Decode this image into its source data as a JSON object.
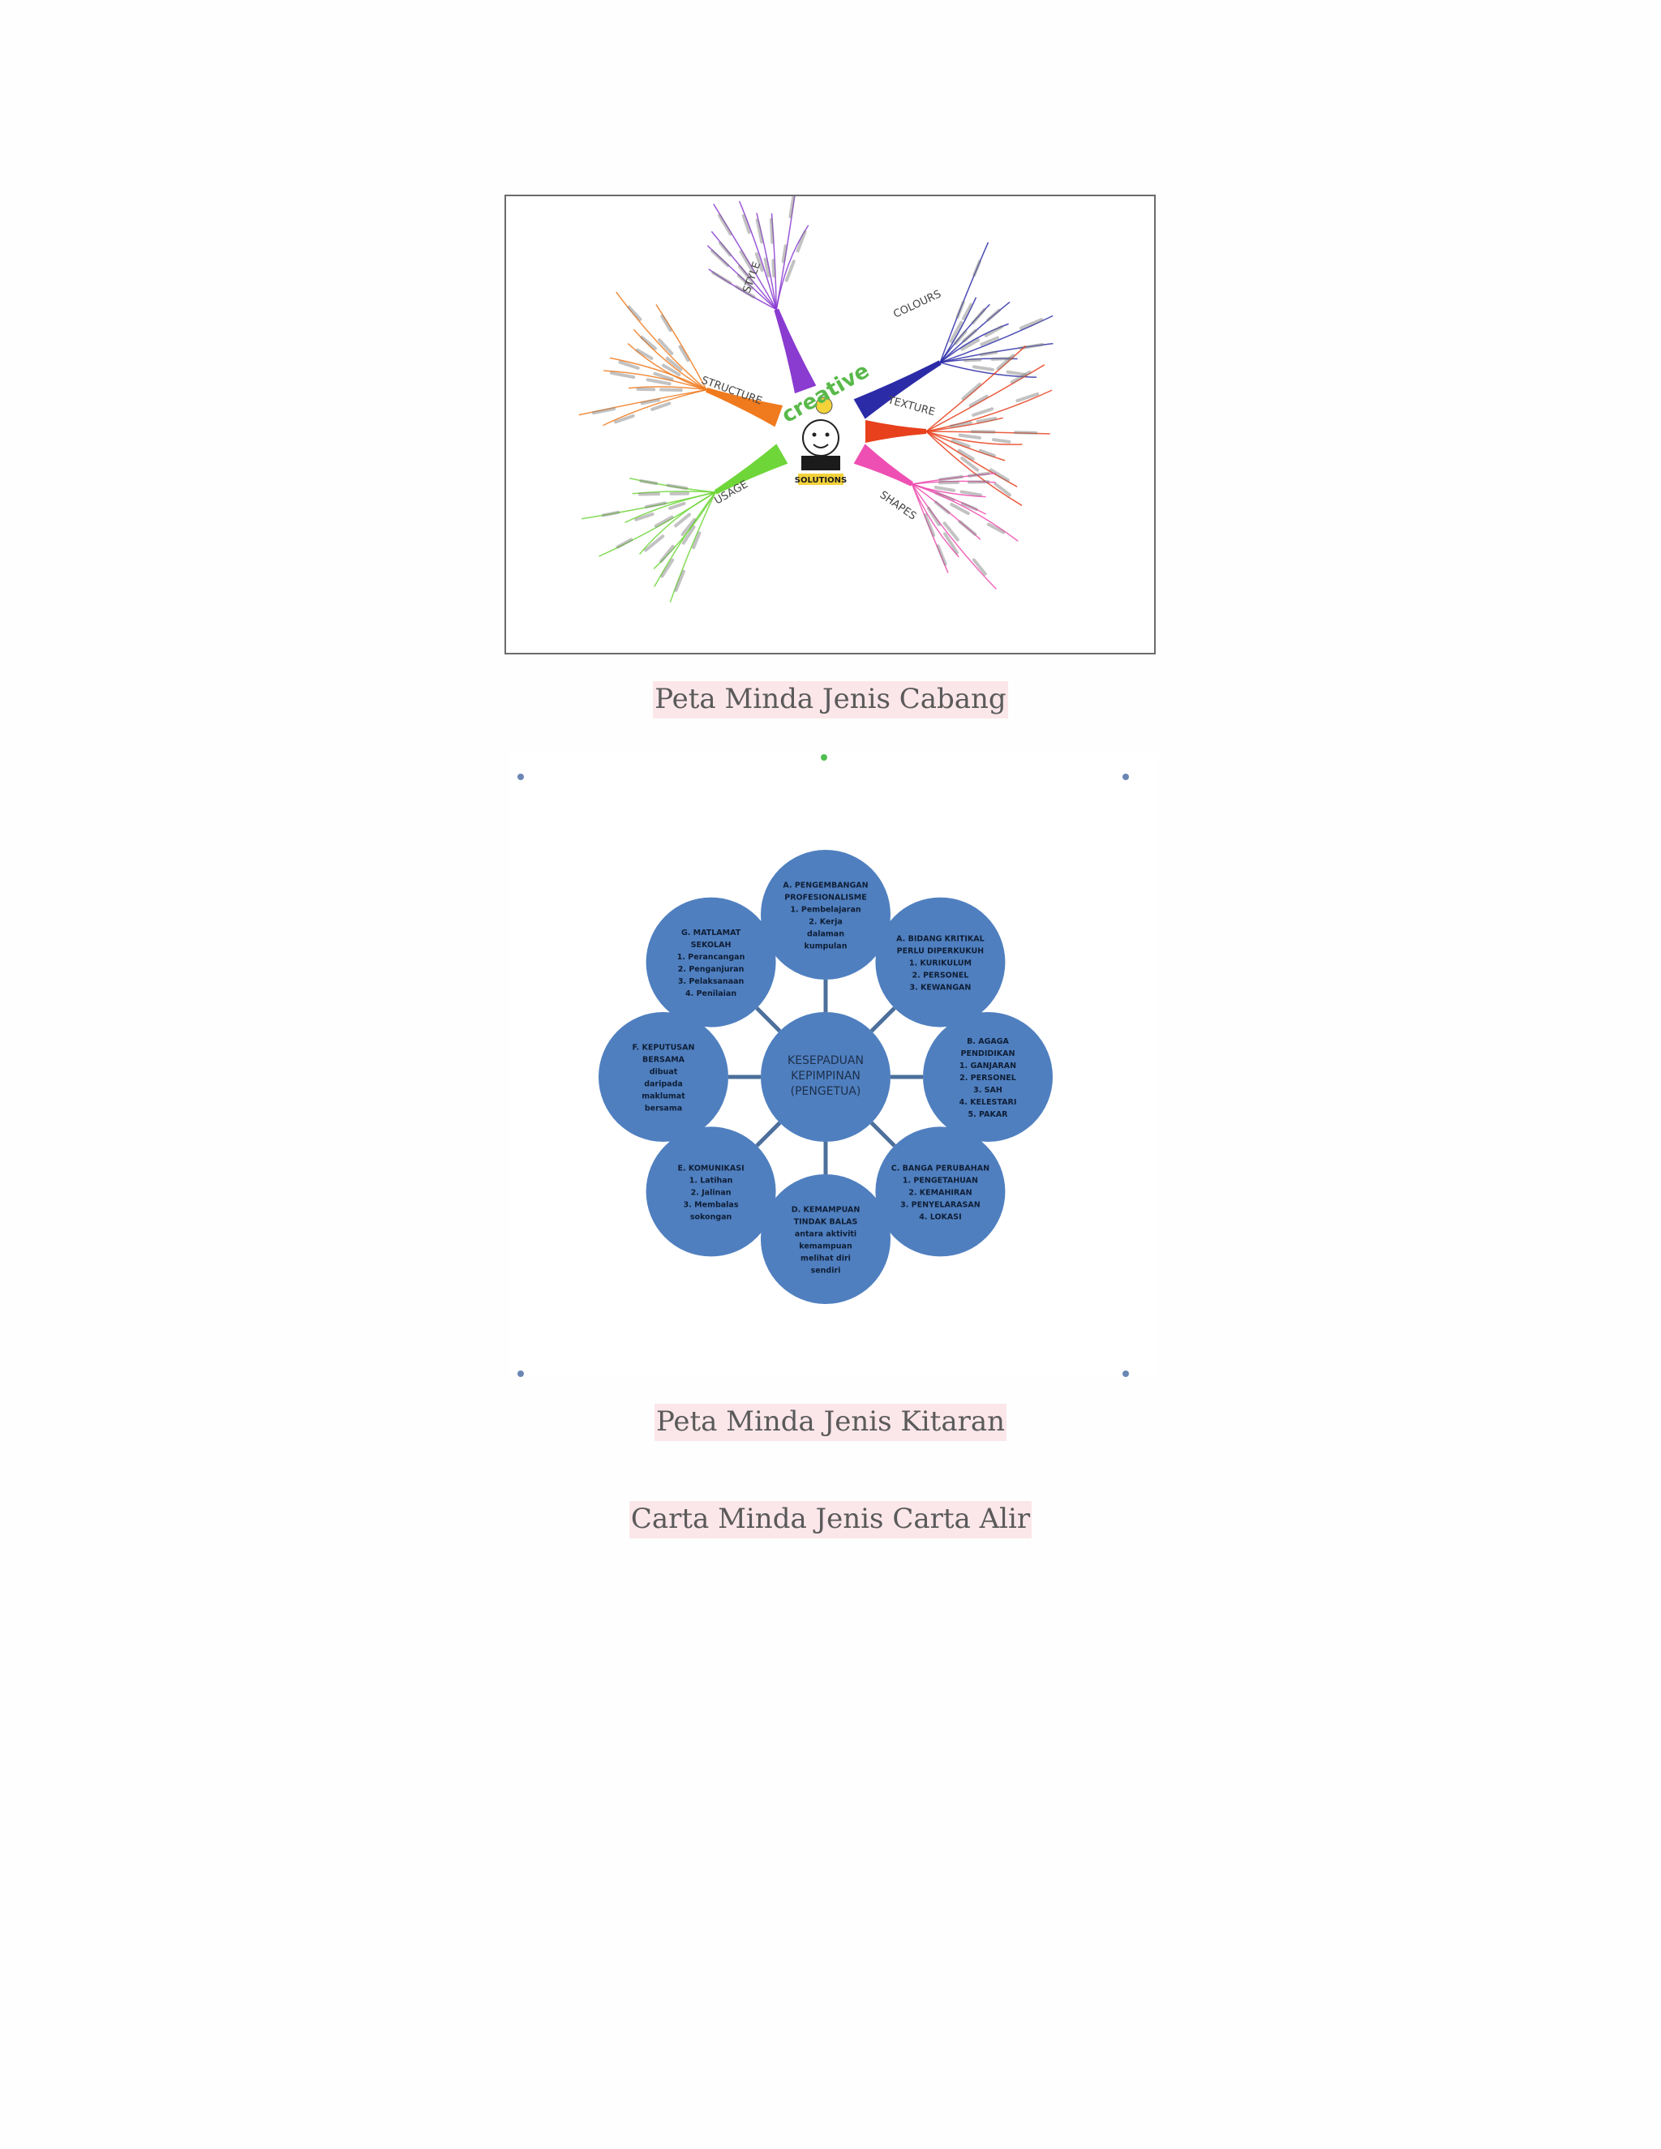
{
  "captions": {
    "branch": "Peta Minda Jenis Cabang",
    "circle": "Peta Minda Jenis Kitaran",
    "flow": "Carta Minda Jenis Carta Alir"
  },
  "branch_map": {
    "center_word": "creative",
    "center_subtitle": "SOLUTIONS",
    "branches": [
      {
        "label": "STRUCTURE",
        "color": "#f07a1e"
      },
      {
        "label": "STYLE",
        "color": "#8a3bd0"
      },
      {
        "label": "COLOURS",
        "color": "#2b2ba8"
      },
      {
        "label": "TEXTURE",
        "color": "#e8401c"
      },
      {
        "label": "SHAPES",
        "color": "#ee4fb2"
      },
      {
        "label": "USAGE",
        "color": "#6fd63a"
      }
    ]
  },
  "circle_map": {
    "center": [
      "KESEPADUAN",
      "KEPIMPINAN",
      "(PENGETUA)"
    ],
    "node_color": "#4f7fbf",
    "nodes": [
      {
        "lines": [
          "A. PENGEMBANGAN",
          "PROFESIONALISME",
          "1. Pembelajaran",
          "2. Kerja",
          "dalaman",
          "kumpulan"
        ]
      },
      {
        "lines": [
          "A. BIDANG KRITIKAL",
          "PERLU DIPERKUKUH",
          "1. KURIKULUM",
          "2. PERSONEL",
          "3. KEWANGAN"
        ]
      },
      {
        "lines": [
          "B. AGAGA",
          "PENDIDIKAN",
          "1. GANJARAN",
          "2. PERSONEL",
          "3. SAH",
          "4. KELESTARI",
          "5. PAKAR"
        ]
      },
      {
        "lines": [
          "C. BANGA PERUBAHAN",
          "1. PENGETAHUAN",
          "2. KEMAHIRAN",
          "3. PENYELARASAN",
          "4. LOKASI"
        ]
      },
      {
        "lines": [
          "D. KEMAMPUAN",
          "TINDAK BALAS",
          "antara aktiviti",
          "kemampuan",
          "melihat diri",
          "sendiri"
        ]
      },
      {
        "lines": [
          "E. KOMUNIKASI",
          "1. Latihan",
          "2. Jalinan",
          "3. Membalas",
          "sokongan"
        ]
      },
      {
        "lines": [
          "F. KEPUTUSAN",
          "BERSAMA",
          "dibuat",
          "daripada",
          "maklumat",
          "bersama"
        ]
      },
      {
        "lines": [
          "G. MATLAMAT",
          "SEKOLAH",
          "1. Perancangan",
          "2. Penganjuran",
          "3. Pelaksanaan",
          "4. Penilaian"
        ]
      }
    ]
  }
}
